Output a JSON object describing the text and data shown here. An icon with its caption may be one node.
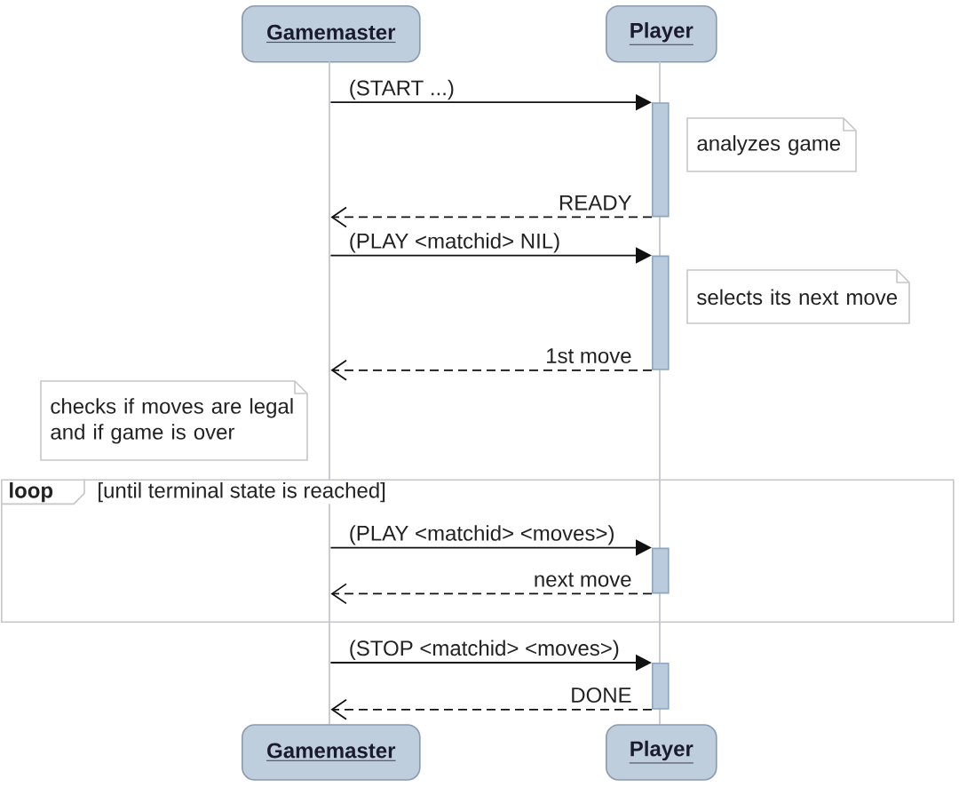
{
  "diagram": {
    "nodes": [
      {
        "text": [
          "Gamemaster"
        ]
      },
      {
        "text": [
          "Player"
        ]
      },
      {
        "text": [],
        "shape": "line"
      },
      {
        "text": [],
        "shape": "line"
      },
      {
        "text": [],
        "shape": "bar"
      },
      {
        "text": [
          "analyzes game"
        ]
      },
      {
        "text": [],
        "shape": "bar"
      },
      {
        "text": [
          "selects its next move"
        ]
      },
      {
        "text": [
          "checks if moves are legal and if game is over"
        ]
      },
      {
        "text": [
          "loop",
          "[until terminal state is reached]"
        ]
      },
      {
        "text": [],
        "shape": "bar",
        "in": 9
      },
      {
        "text": [],
        "shape": "bar"
      },
      {
        "text": [
          "Gamemaster"
        ]
      },
      {
        "text": [
          "Player"
        ]
      }
    ],
    "edges": [
      {
        "from": 2,
        "to": 4,
        "arrow": "to",
        "label": "(START ...)"
      },
      {
        "from": 4,
        "to": 2,
        "arrow": "to",
        "label": "READY",
        "style": "dashed"
      },
      {
        "from": 2,
        "to": 6,
        "arrow": "to",
        "label": "(PLAY <matchid> NIL)"
      },
      {
        "from": 6,
        "to": 2,
        "arrow": "to",
        "label": "1st move",
        "style": "dashed"
      },
      {
        "from": 2,
        "to": 10,
        "arrow": "to",
        "label": "(PLAY <matchid> <moves>)"
      },
      {
        "from": 10,
        "to": 2,
        "arrow": "to",
        "label": "next move",
        "style": "dashed"
      },
      {
        "from": 2,
        "to": 11,
        "arrow": "to",
        "label": "(STOP <matchid> <moves>)"
      },
      {
        "from": 11,
        "to": 2,
        "arrow": "to",
        "label": "DONE",
        "style": "dashed"
      }
    ]
  }
}
